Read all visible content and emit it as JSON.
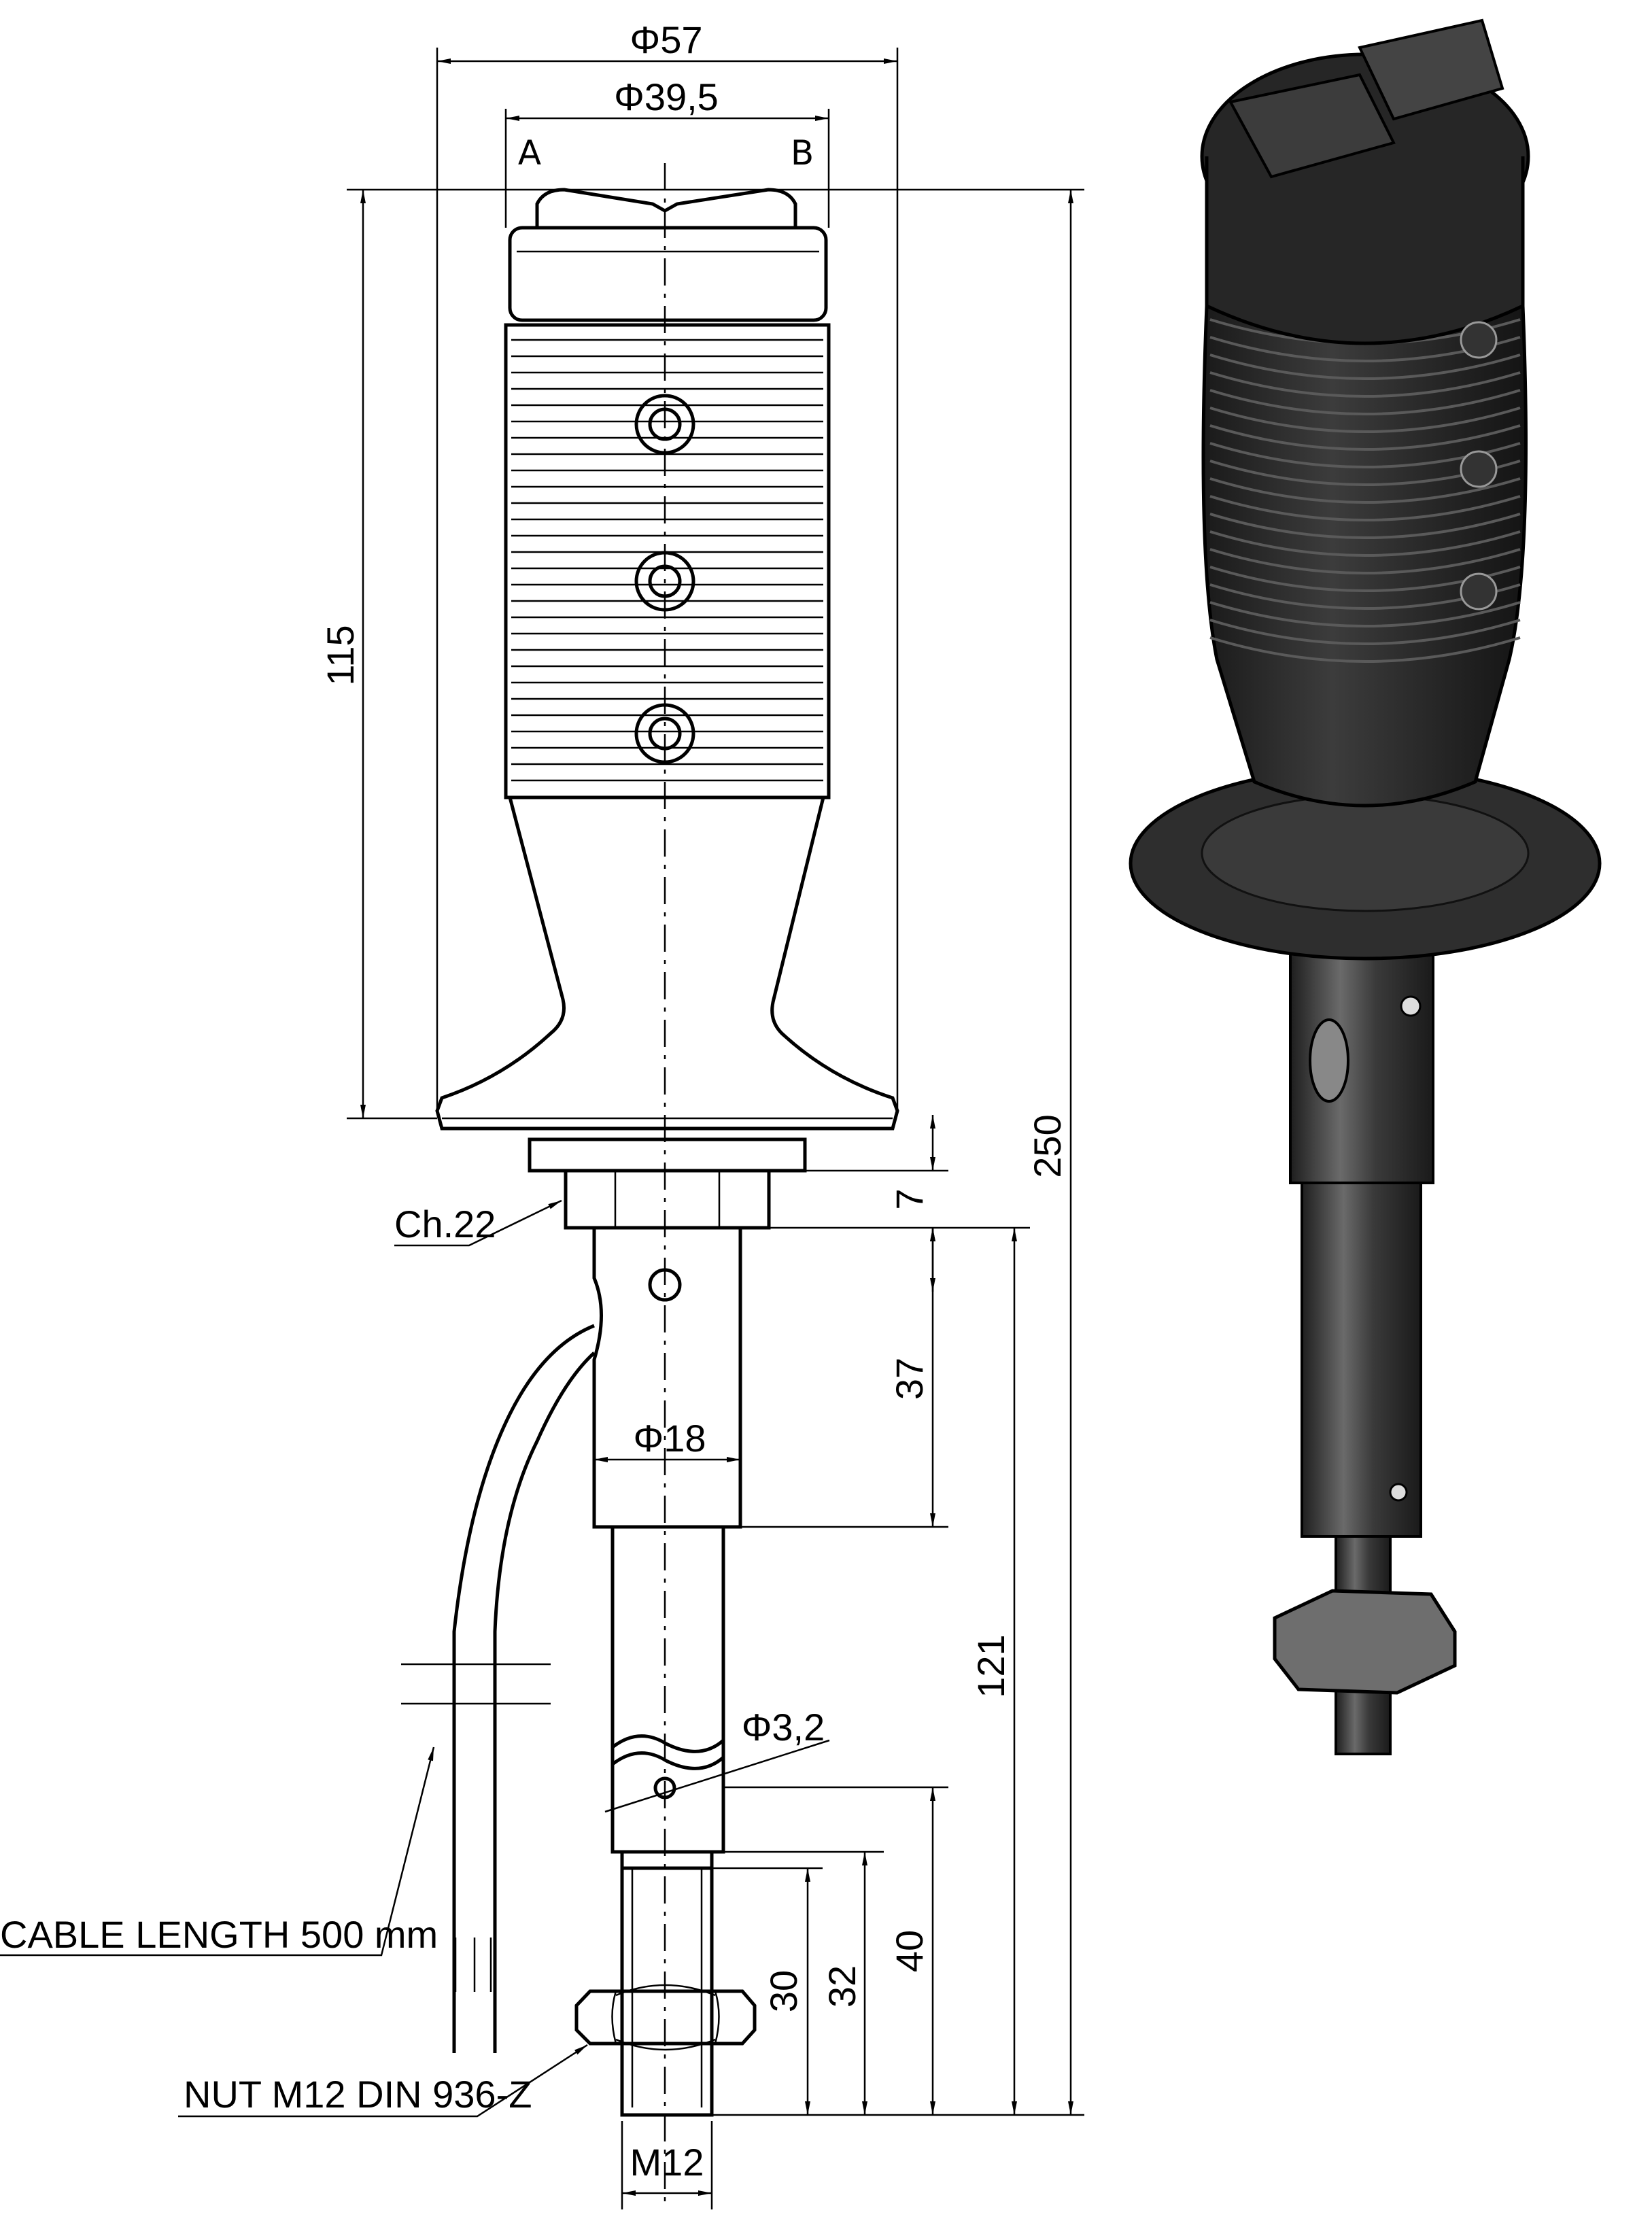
{
  "drawing": {
    "dimensions": {
      "dia_57": "Φ57",
      "dia_39_5": "Φ39,5",
      "side_a": "A",
      "side_b": "B",
      "height_115": "115",
      "height_250": "250",
      "len_7": "7",
      "len_37": "37",
      "len_121": "121",
      "len_40": "40",
      "len_32": "32",
      "len_30": "30",
      "dia_18": "Φ18",
      "dia_3_2": "Φ3,2",
      "thread": "M12"
    },
    "callouts": {
      "wrench": "Ch.22",
      "cable": "CABLE LENGTH 500 mm",
      "nut": "NUT M12 DIN 936-Z"
    },
    "colors": {
      "line": "#000000",
      "render_dark": "#2b2b2b",
      "render_mid": "#4a4a4a"
    }
  }
}
